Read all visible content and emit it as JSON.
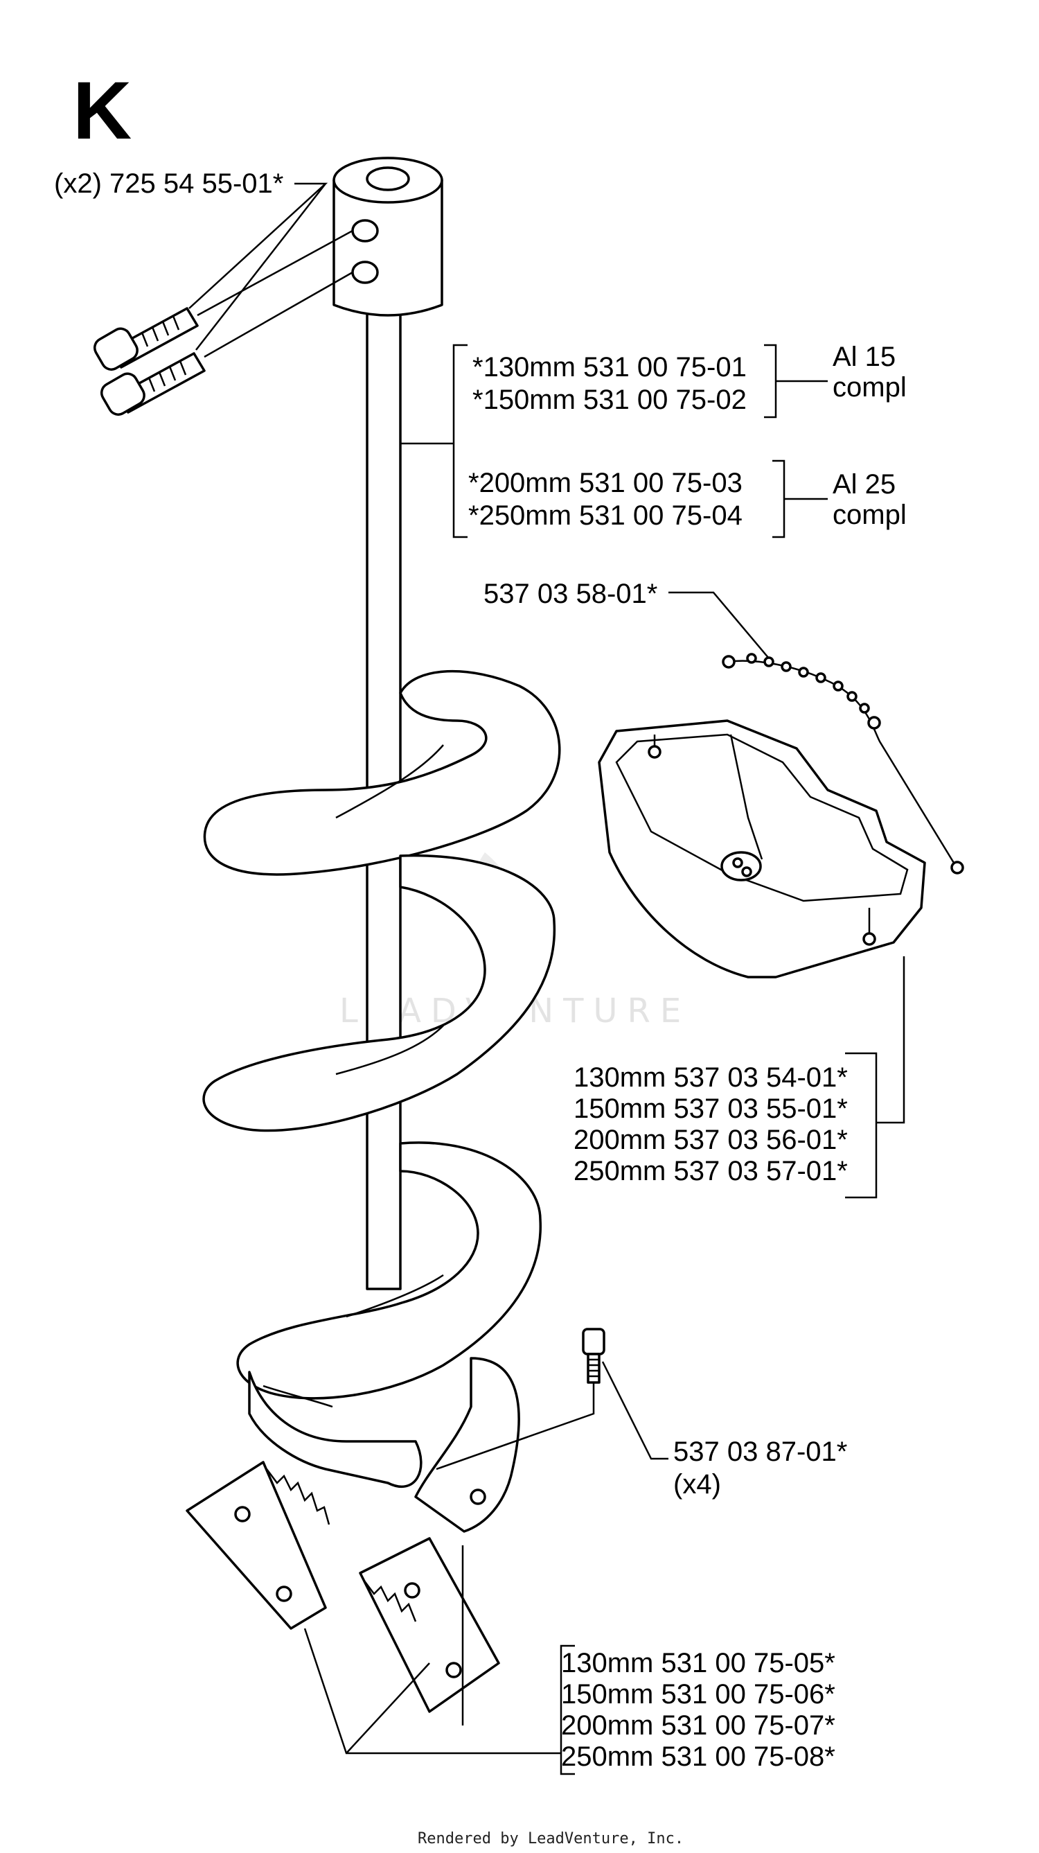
{
  "diagram": {
    "section_letter": "K",
    "footer": "Rendered by LeadVenture, Inc.",
    "watermark": "LEADVENTURE",
    "labels": {
      "screw_top": "(x2) 725 54 55-01*",
      "shaft_130": "*130mm 531 00 75-01",
      "shaft_150": "*150mm 531 00 75-02",
      "shaft_200": "*200mm 531 00 75-03",
      "shaft_250": "*250mm 531 00 75-04",
      "group_al15_line1": "Al 15",
      "group_al15_line2": "compl",
      "group_al25_line1": "Al 25",
      "group_al25_line2": "compl",
      "chain": "537 03 58-01*",
      "guard_130": "130mm 537 03 54-01*",
      "guard_150": "150mm 537 03 55-01*",
      "guard_200": "200mm 537 03 56-01*",
      "guard_250": "250mm 537 03 57-01*",
      "screw_small_line1": "537 03 87-01*",
      "screw_small_line2": "(x4)",
      "blade_130": "130mm 531 00 75-05*",
      "blade_150": "150mm 531 00 75-06*",
      "blade_200": "200mm 531 00 75-07*",
      "blade_250": "250mm 531 00 75-08*"
    }
  }
}
